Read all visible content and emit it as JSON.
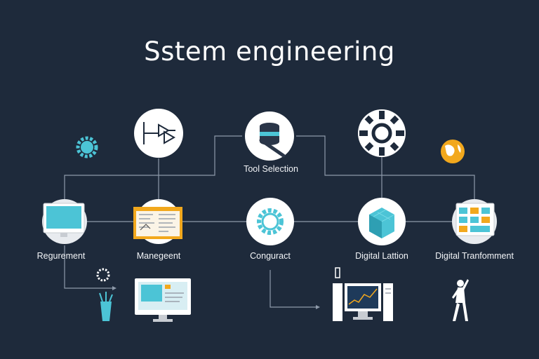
{
  "title": "Sstem engineering",
  "colors": {
    "background": "#1e2a3b",
    "line": "#8e9aaa",
    "circle": "#ffffff",
    "accent_cyan": "#4cc4d6",
    "accent_orange": "#f2a81d"
  },
  "nodes": {
    "tool_selection": {
      "label": "Tool Selection",
      "icon": "database-wrench-icon"
    },
    "requirement": {
      "label": "Regurement",
      "icon": "monitor-icon"
    },
    "management": {
      "label": "Manegeent",
      "icon": "document-board-icon"
    },
    "conguract": {
      "label": "Conguract",
      "icon": "gear-icon"
    },
    "digital_lattion": {
      "label": "Digital Lattion",
      "icon": "cube-icon"
    },
    "digital_transformation": {
      "label": "Digital Tranfomment",
      "icon": "dashboard-icon"
    }
  }
}
